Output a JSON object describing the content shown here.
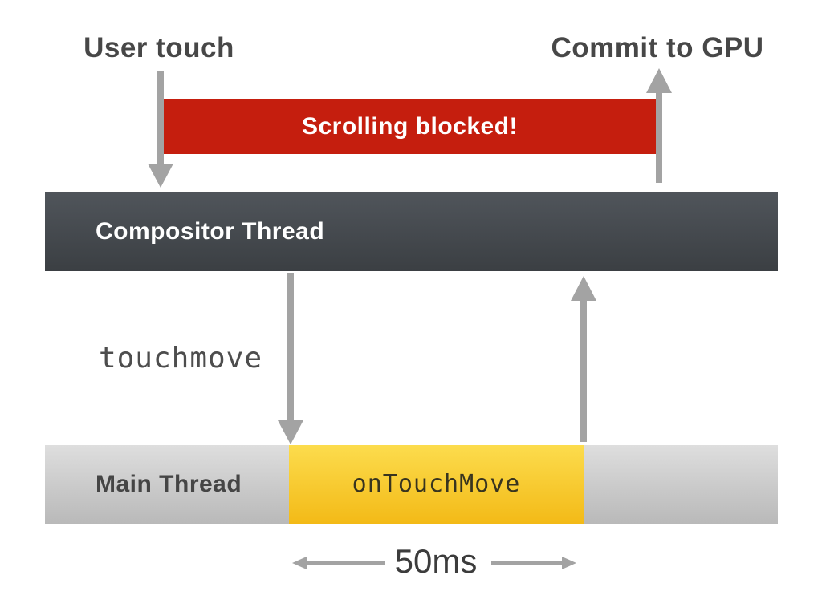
{
  "labels": {
    "user_touch": "User touch",
    "commit_to_gpu": "Commit to GPU",
    "scrolling_blocked": "Scrolling blocked!",
    "compositor_thread": "Compositor Thread",
    "touchmove_event": "touchmove",
    "main_thread": "Main Thread",
    "ontouchmove_handler": "onTouchMove",
    "duration": "50ms"
  },
  "colors": {
    "blocked_red": "#c51e0e",
    "compositor_top": "#50555b",
    "compositor_bottom": "#3b3f43",
    "main_gray_top": "#dedede",
    "main_gray_bottom": "#b9b9b9",
    "task_yellow_top": "#fcdc4d",
    "task_yellow_bottom": "#f3ba17",
    "arrow_gray": "#a3a3a3",
    "text_dark": "#474747"
  }
}
